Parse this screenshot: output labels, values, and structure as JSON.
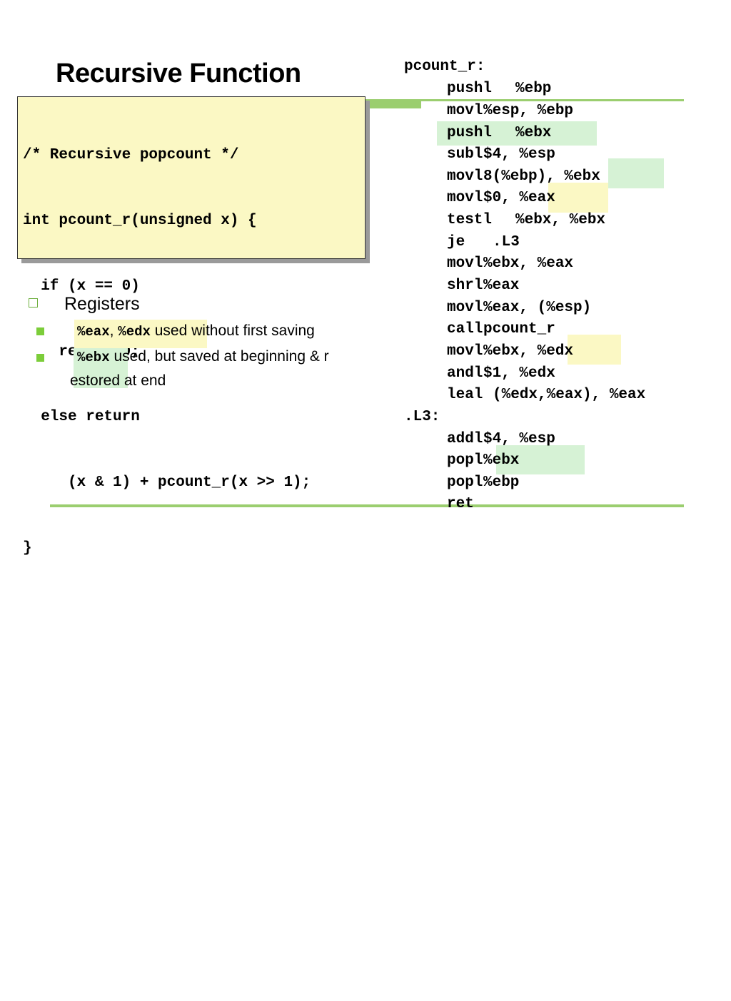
{
  "title": "Recursive Function",
  "code": {
    "lines": [
      "/* Recursive popcount */",
      "int pcount_r(unsigned x) {",
      "  if (x == 0)",
      "    return 0;",
      "  else return",
      "     (x & 1) + pcount_r(x >> 1);",
      "}"
    ]
  },
  "bullets": {
    "heading": "Registers",
    "items": [
      {
        "reg1": "%eax",
        "sep": ",",
        "reg2": "%edx",
        "text": "used without first saving"
      },
      {
        "reg1": "%ebx",
        "text_line1": "used, but saved at beginning & r",
        "text_line2": "estored at end"
      }
    ]
  },
  "assembly": {
    "lines": [
      {
        "label": "pcount_r:"
      },
      {
        "op": "pushl",
        "arg": "%ebp"
      },
      {
        "op": "movl",
        "arg": "%esp, %ebp"
      },
      {
        "op": "pushl",
        "arg": "%ebx"
      },
      {
        "op": "subl",
        "arg": "$4, %esp"
      },
      {
        "op": "movl",
        "arg": "8(%ebp), %ebx"
      },
      {
        "op": "movl",
        "arg": "$0, %eax"
      },
      {
        "op": "testl",
        "arg": "%ebx, %ebx"
      },
      {
        "op": "je",
        "arg": ".L3"
      },
      {
        "op": "movl",
        "arg": "%ebx, %eax"
      },
      {
        "op": "shrl",
        "arg": "%eax"
      },
      {
        "op": "movl",
        "arg": "%eax, (%esp)"
      },
      {
        "op": "call",
        "arg": "pcount_r"
      },
      {
        "op": "movl",
        "arg": "%ebx, %edx"
      },
      {
        "op": "andl",
        "arg": "$1, %edx"
      },
      {
        "op": "leal",
        "arg": "(%edx,%eax), %eax"
      },
      {
        "label": ".L3:"
      },
      {
        "op": "addl",
        "arg": "$4, %esp"
      },
      {
        "op": "popl",
        "arg": "%ebx"
      },
      {
        "op": "popl",
        "arg": "%ebp"
      },
      {
        "op": "ret",
        "arg": ""
      }
    ]
  },
  "colors": {
    "accent_green": "#9bce6f",
    "code_box_bg": "#fbf8c4",
    "highlight_yellow": "#fbf8c4",
    "highlight_green": "#d6f2d5",
    "bullet_green": "#7ccd3a"
  }
}
